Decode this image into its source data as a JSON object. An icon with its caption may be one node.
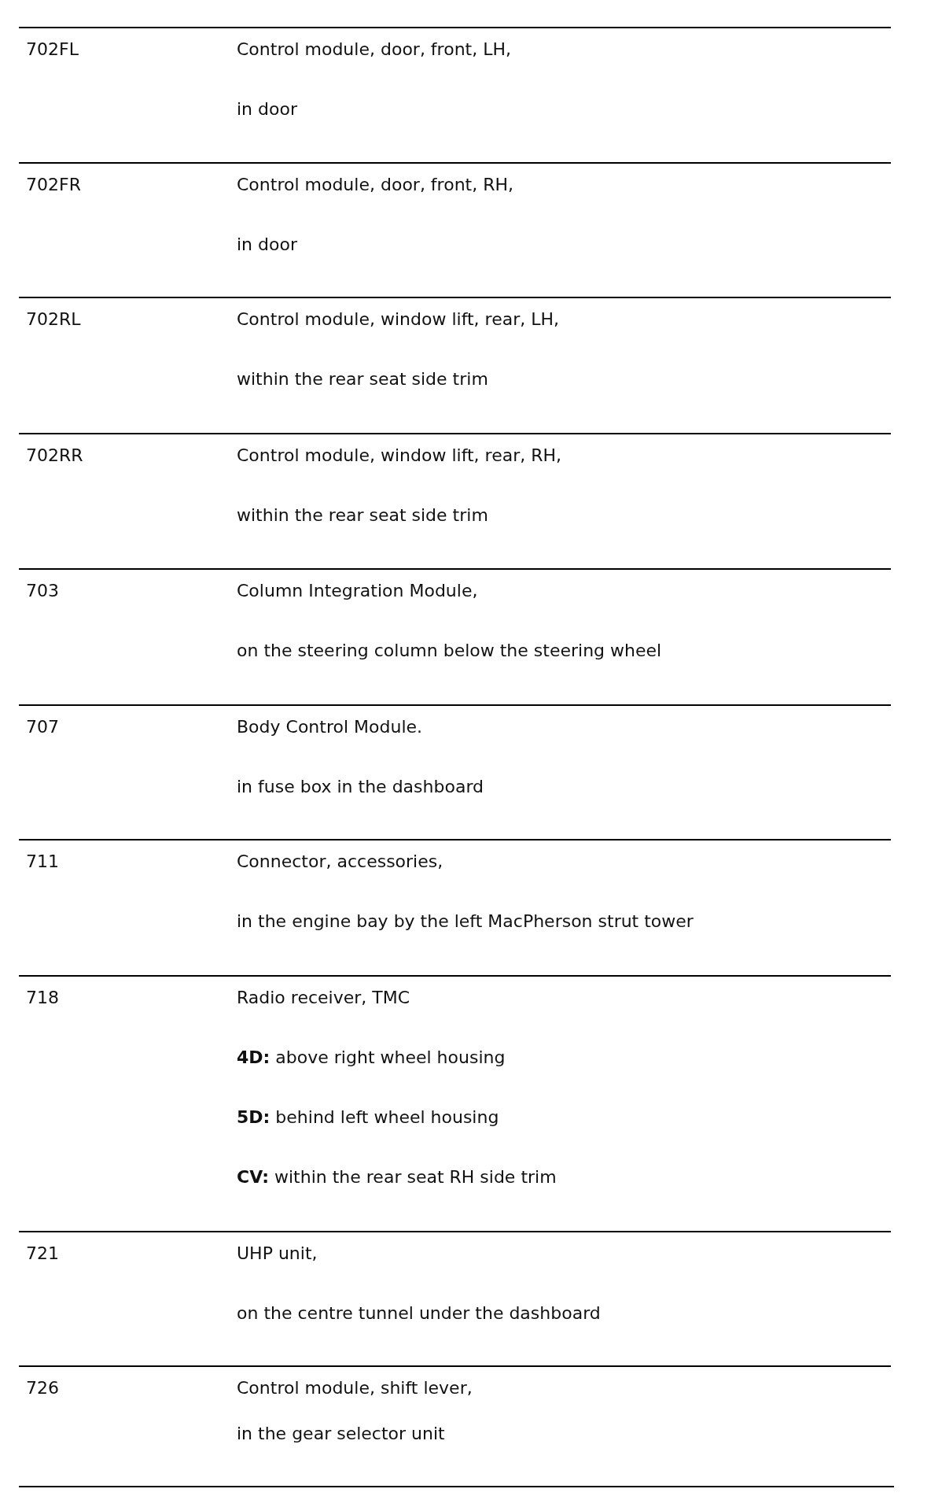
{
  "diagram": {
    "labels": [
      "702FL",
      "Control module, door, front, LH,",
      "in door",
      "702FR",
      "Control module, door, front, RH,",
      "in door",
      "702RL",
      "Control module, window lift, rear, LH,",
      "within the rear seat side trim",
      "702RR",
      "Control module, window lift, rear, RH,",
      "within the rear seat side trim",
      "703",
      "Column Integration Module,",
      "on the steering column below the steering wheel",
      "707",
      "Body Control Module.",
      "in fuse box in the dashboard",
      "711",
      "Connector, accessories,",
      "in the engine bay by the left MacPherson strut tower",
      "718",
      "Radio receiver, TMC",
      "**4D:** above right wheel housing",
      "**5D:** behind left wheel housing",
      "**CV:** within the rear seat RH side trim",
      "721",
      "UHP unit,",
      "on the centre tunnel under the dashboard",
      "726",
      "Control module, shift lever,",
      "in the gear selector unit"
    ]
  }
}
